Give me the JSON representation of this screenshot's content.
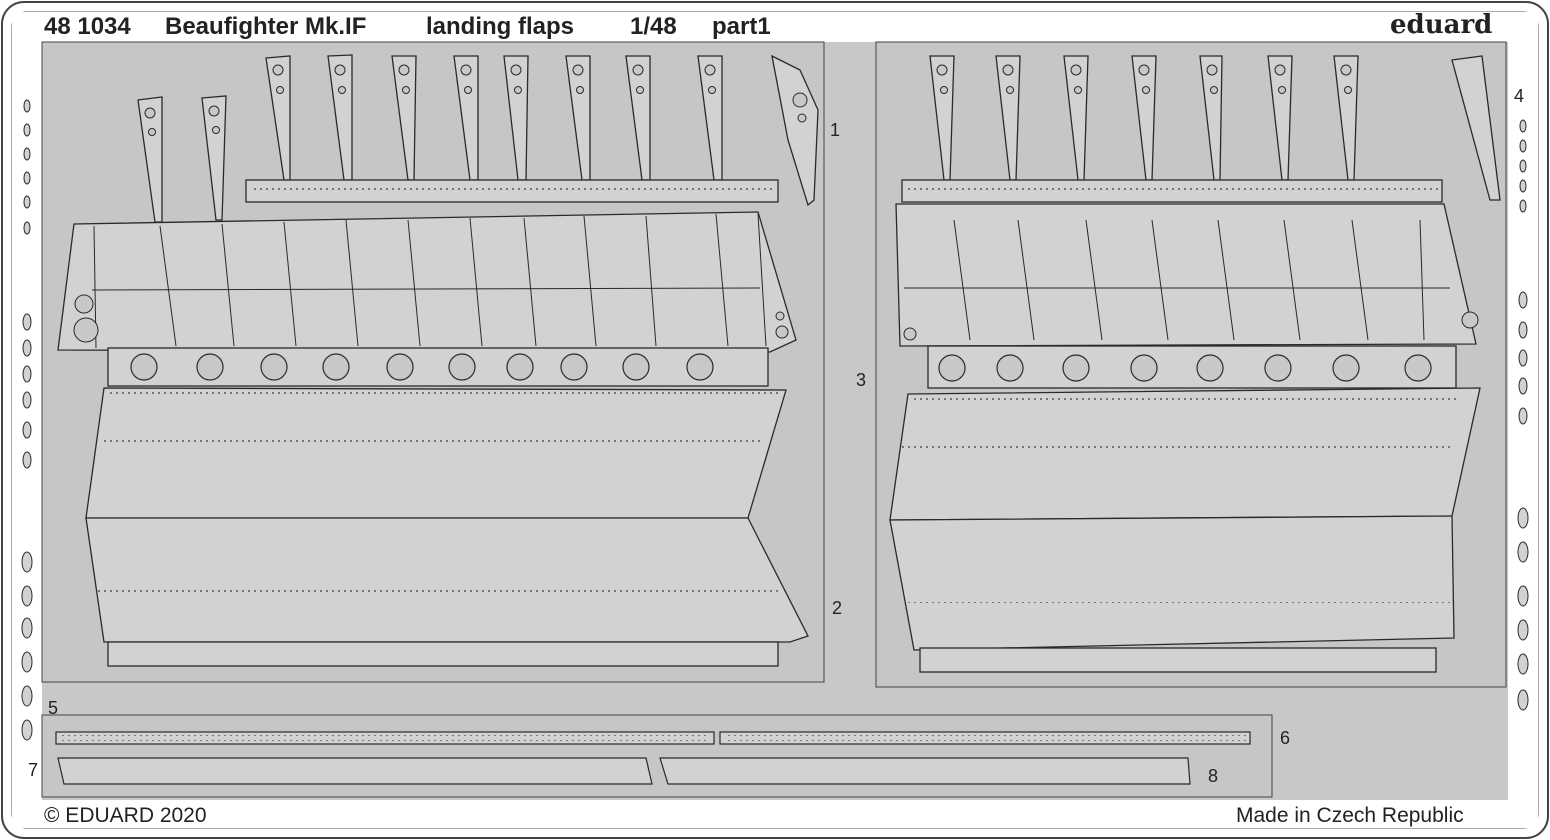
{
  "header": {
    "code": "48 1034",
    "title": "Beaufighter Mk.IF",
    "subtitle": "landing flaps",
    "scale": "1/48",
    "part": "part1"
  },
  "brand": "eduard",
  "part_numbers": [
    "1",
    "2",
    "3",
    "4",
    "5",
    "6",
    "7",
    "8"
  ],
  "footer": {
    "copyright": "© EDUARD 2020",
    "origin": "Made in Czech Republic"
  },
  "colors": {
    "fret": "#c7c7c7",
    "part_fill": "#cfcfcf",
    "outline": "#2a2a2a",
    "rivet": "#333333"
  }
}
